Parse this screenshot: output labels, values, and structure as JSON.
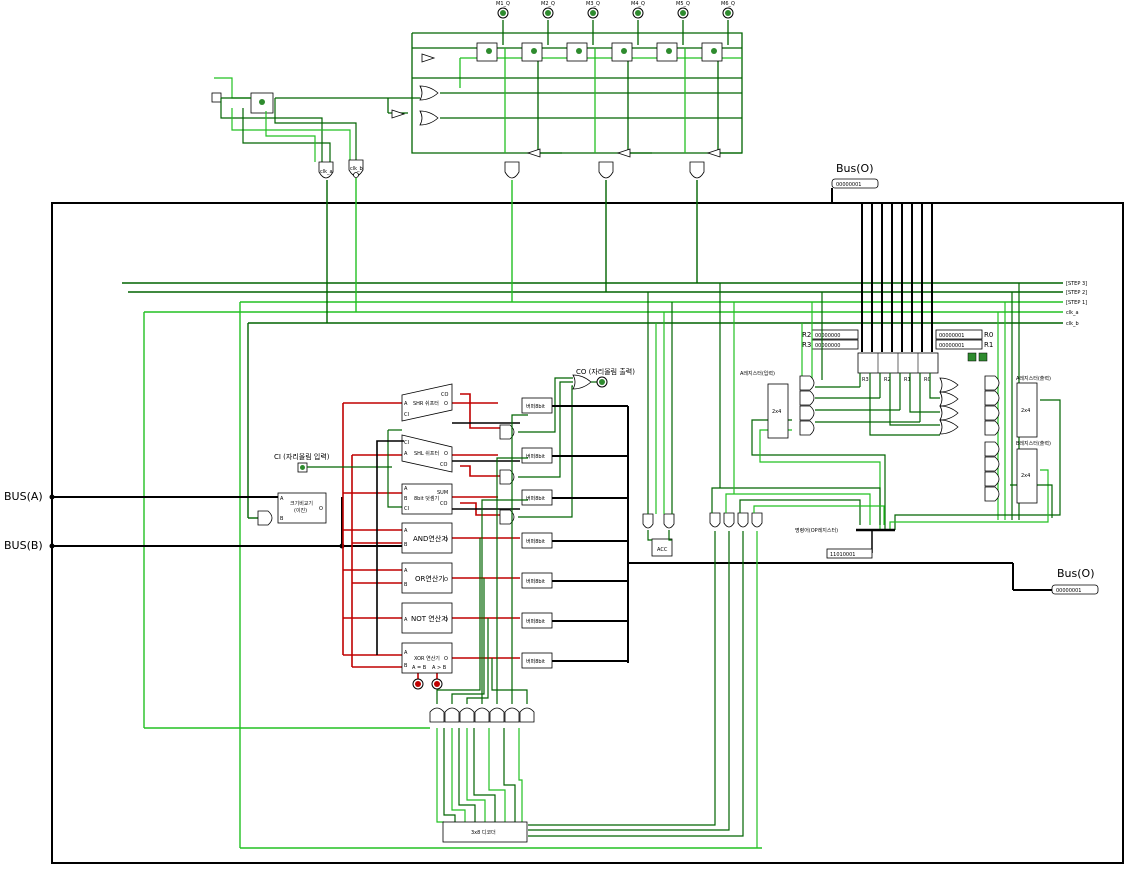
{
  "colors": {
    "wire_dark": "#006400",
    "wire_light": "#22c022",
    "wire_bus": "#000000",
    "wire_red": "#c00000",
    "pin_green": "#2e8b2e"
  },
  "top_outputs": [
    "M1_Q",
    "M2_Q",
    "M3_Q",
    "M4_Q",
    "M5_Q",
    "M6_Q"
  ],
  "gate_labels": {
    "clk_a": "clk_a",
    "clk_b": "clk_b"
  },
  "bus_o_top": {
    "label": "Bus(O)",
    "value": "00000001"
  },
  "bus_o_right": {
    "label": "Bus(O)",
    "value": "00000001"
  },
  "tunnels": [
    "[STEP 3]",
    "[STEP 2]",
    "[STEP 1]",
    "clk_a",
    "clk_b"
  ],
  "bus_a": "BUS(A)",
  "bus_b": "BUS(B)",
  "ci_input": "CI (자리올림 입력)",
  "co_output": "CO (자리올림 출력)",
  "units": {
    "comparator": "크기비교기",
    "comparator_sub": "(이진)",
    "shr": "SHR 쉬프터",
    "shl": "SHL 쉬프터",
    "adder": "8bit 덧셈기",
    "and": "AND연산기",
    "or": "OR연산기",
    "not": "NOT 연산기",
    "xor": "XOR 연산기",
    "xor_out1": "A = B",
    "xor_out2": "A > B"
  },
  "port_labels": {
    "co": "CO",
    "ci": "CI",
    "a": "A",
    "b": "B",
    "sum": "SUM",
    "o": "O"
  },
  "buffer_label": "버퍼8bit",
  "decoder_3x8": "3x8 디코더",
  "acc_label": "ACC",
  "decoder_a": "A레지스터(입력)",
  "decoder_a_box": "2x4",
  "decoder_a_out": "A레지스터(출력)",
  "decoder_b_out": "B레지스터(출력)",
  "decoder_out_box": "2x4",
  "register_labels": {
    "r0": "R0",
    "r1": "R1",
    "r2": "R2",
    "r3": "R3"
  },
  "register_values": {
    "r0": "00000001",
    "r1": "00000001",
    "r2": "00000000",
    "r3": "00000000"
  },
  "reg_row": [
    "R3",
    "R2",
    "R1",
    "R0"
  ],
  "opcode_label": "명령어(OP레지스터)",
  "opcode_value": "11010001"
}
